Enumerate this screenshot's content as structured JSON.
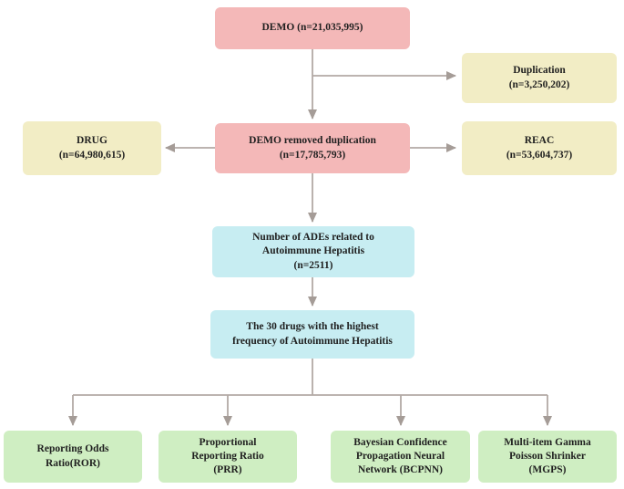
{
  "diagram": {
    "type": "flowchart",
    "description": "FAERS data processing flow for Autoimmune Hepatitis disproportionality analysis"
  },
  "colors": {
    "node_pink": "#f4b8b8",
    "node_yellow": "#f2edc5",
    "node_cyan": "#c7edf2",
    "node_green": "#cfeec2",
    "arrow": "#aaa09b",
    "text": "#1f1f1f",
    "background": "#ffffff"
  },
  "nodes": {
    "demo": {
      "text": "DEMO (n=21,035,995)"
    },
    "duplication": {
      "text": "Duplication\n(n=3,250,202)"
    },
    "drug": {
      "text": "DRUG\n(n=64,980,615)"
    },
    "demo_removed_duplication": {
      "text": "DEMO removed duplication\n(n=17,785,793)"
    },
    "reac": {
      "text": "REAC\n(n=53,604,737)"
    },
    "ades": {
      "text": "Number of ADEs related to\nAutoimmune Hepatitis\n(n=2511)"
    },
    "top30": {
      "text": "The 30 drugs with the highest\nfrequency of Autoimmune Hepatitis"
    },
    "ror": {
      "text": "Reporting Odds\nRatio(ROR)"
    },
    "prr": {
      "text": "Proportional\nReporting Ratio\n(PRR)"
    },
    "bcpnn": {
      "text": "Bayesian Confidence\nPropagation Neural\nNetwork (BCPNN)"
    },
    "mgps": {
      "text": "Multi-item Gamma\nPoisson Shrinker\n(MGPS)"
    }
  }
}
